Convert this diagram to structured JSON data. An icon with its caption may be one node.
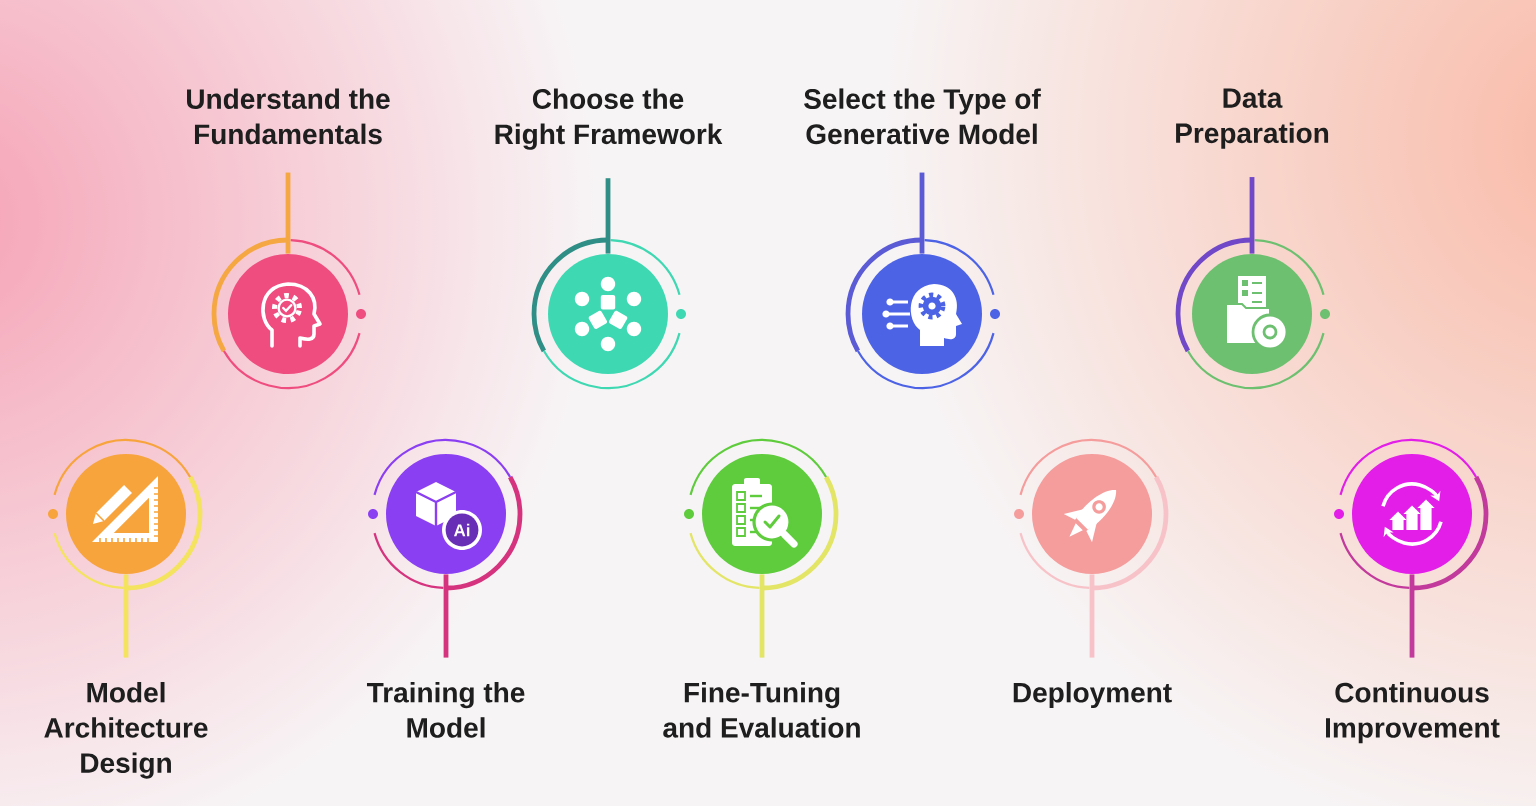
{
  "diagram": {
    "nodes": [
      {
        "text": [
          "Understand the Fundamentals"
        ]
      },
      {
        "text": [],
        "shape": "circle"
      },
      {
        "text": [
          "Choose the Right Framework"
        ]
      },
      {
        "text": [],
        "shape": "circle"
      },
      {
        "text": [
          "Select the Type of Generative Model"
        ]
      },
      {
        "text": [],
        "shape": "circle"
      },
      {
        "text": [
          "Data Preparation"
        ]
      },
      {
        "text": [],
        "shape": "circle"
      },
      {
        "text": [
          "Model Architecture Design"
        ]
      },
      {
        "text": [],
        "shape": "circle"
      },
      {
        "text": [
          "Training the Model"
        ]
      },
      {
        "text": [],
        "shape": "circle"
      },
      {
        "text": [
          "Fine-Tuning and Evaluation"
        ]
      },
      {
        "text": [],
        "shape": "circle"
      },
      {
        "text": [
          "Deployment"
        ]
      },
      {
        "text": [],
        "shape": "circle"
      },
      {
        "text": [
          "Continuous Improvement"
        ]
      },
      {
        "text": [],
        "shape": "circle"
      }
    ],
    "edges": [
      {
        "from": 0,
        "to": 1,
        "arrow": "none",
        "color": "#f5a742"
      },
      {
        "from": 2,
        "to": 3,
        "arrow": "none",
        "color": "#2f8f86"
      },
      {
        "from": 4,
        "to": 5,
        "arrow": "none",
        "color": "#5b5bd6"
      },
      {
        "from": 6,
        "to": 7,
        "arrow": "none",
        "color": "#7048c8"
      },
      {
        "from": 8,
        "to": 9,
        "arrow": "none",
        "color": "#f3e35e"
      },
      {
        "from": 10,
        "to": 11,
        "arrow": "none",
        "color": "#d6337f"
      },
      {
        "from": 12,
        "to": 13,
        "arrow": "none",
        "color": "#e3e566"
      },
      {
        "from": 14,
        "to": 15,
        "arrow": "none",
        "color": "#f7c3c9"
      },
      {
        "from": 16,
        "to": 17,
        "arrow": "none",
        "color": "#c23a9c"
      }
    ],
    "labels": [
      "Ai"
    ]
  }
}
